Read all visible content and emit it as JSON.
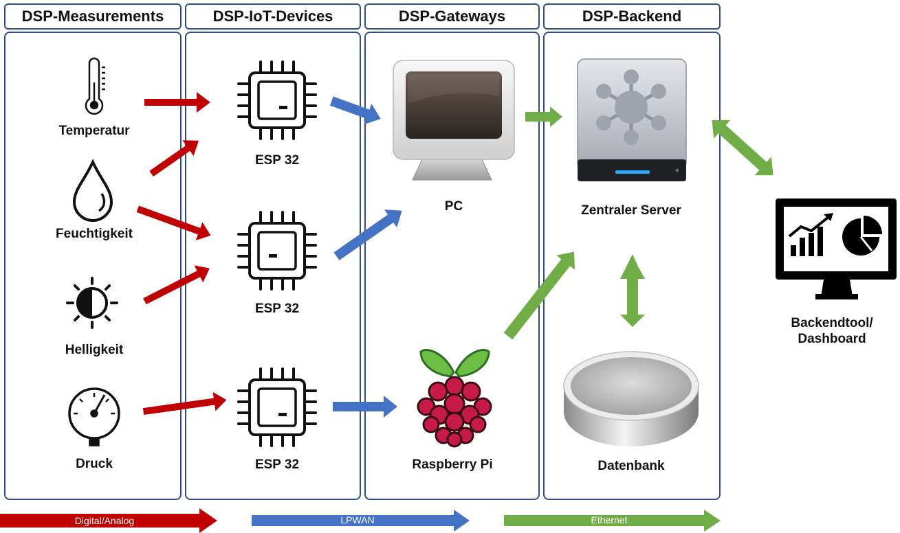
{
  "columns": [
    {
      "title": "DSP-Measurements"
    },
    {
      "title": "DSP-IoT-Devices"
    },
    {
      "title": "DSP-Gateways"
    },
    {
      "title": "DSP-Backend"
    }
  ],
  "sensors": {
    "temperatur": "Temperatur",
    "feuchtigkeit": "Feuchtigkeit",
    "helligkeit": "Helligkeit",
    "druck": "Druck"
  },
  "devices": {
    "esp1": "ESP 32",
    "esp2": "ESP 32",
    "esp3": "ESP 32"
  },
  "gateways": {
    "pc": "PC",
    "raspberry": "Raspberry Pi"
  },
  "backend": {
    "server": "Zentraler Server",
    "database": "Datenbank"
  },
  "dashboard": {
    "label": "Backendtool/ Dashboard"
  },
  "legend": {
    "digital": "Digital/Analog",
    "lpwan": "LPWAN",
    "ethernet": "Ethernet"
  },
  "colors": {
    "red": "#c00000",
    "blue": "#4472c4",
    "green": "#70ad47",
    "border": "#2f4e86"
  }
}
